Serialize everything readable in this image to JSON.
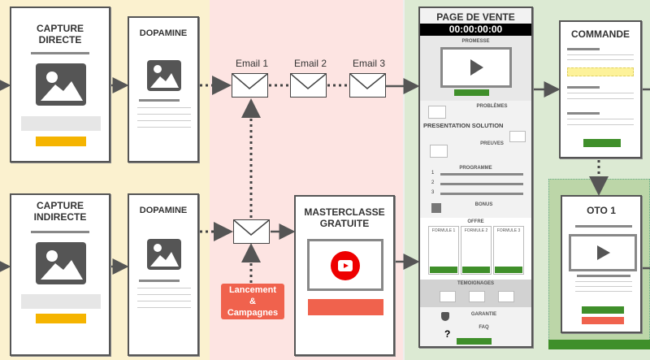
{
  "zones": {
    "colors": {
      "capture": "#fbf1cf",
      "email": "#fde4e2",
      "sales": "#dcead3"
    }
  },
  "capture_direct": {
    "title": "CAPTURE DIRECTE",
    "icon": "image-icon"
  },
  "capture_indirect": {
    "title": "CAPTURE INDIRECTE",
    "icon": "image-icon"
  },
  "dopamine_top": {
    "title": "DOPAMINE"
  },
  "dopamine_bottom": {
    "title": "DOPAMINE"
  },
  "emails": [
    {
      "label": "Email 1"
    },
    {
      "label": "Email 2"
    },
    {
      "label": "Email 3"
    }
  ],
  "launch": {
    "label": "Lancement & Campagnes",
    "color": "#f0624d"
  },
  "masterclass": {
    "title": "MASTERCLASSE GRATUITE",
    "icon": "youtube-icon"
  },
  "sales_page": {
    "title": "PAGE DE VENTE",
    "timer": "00:00:00:00",
    "promise": "PROMESSE",
    "problems": "PROBLÈMES",
    "solution": "PRESENTATION SOLUTION",
    "proofs": "PREUVES",
    "program": "PROGRAMME",
    "program_items": [
      "1",
      "2",
      "3"
    ],
    "bonus": "BONUS",
    "offer": "OFFRE",
    "formulas": [
      "FORMULE 1",
      "FORMULE 2",
      "FORMULE 3"
    ],
    "testimonials": "TEMOIGNAGES",
    "guarantee": "GARANTIE",
    "faq": "FAQ",
    "faq_icon": "?"
  },
  "order": {
    "title": "COMMANDE"
  },
  "oto": {
    "title": "OTO 1"
  }
}
